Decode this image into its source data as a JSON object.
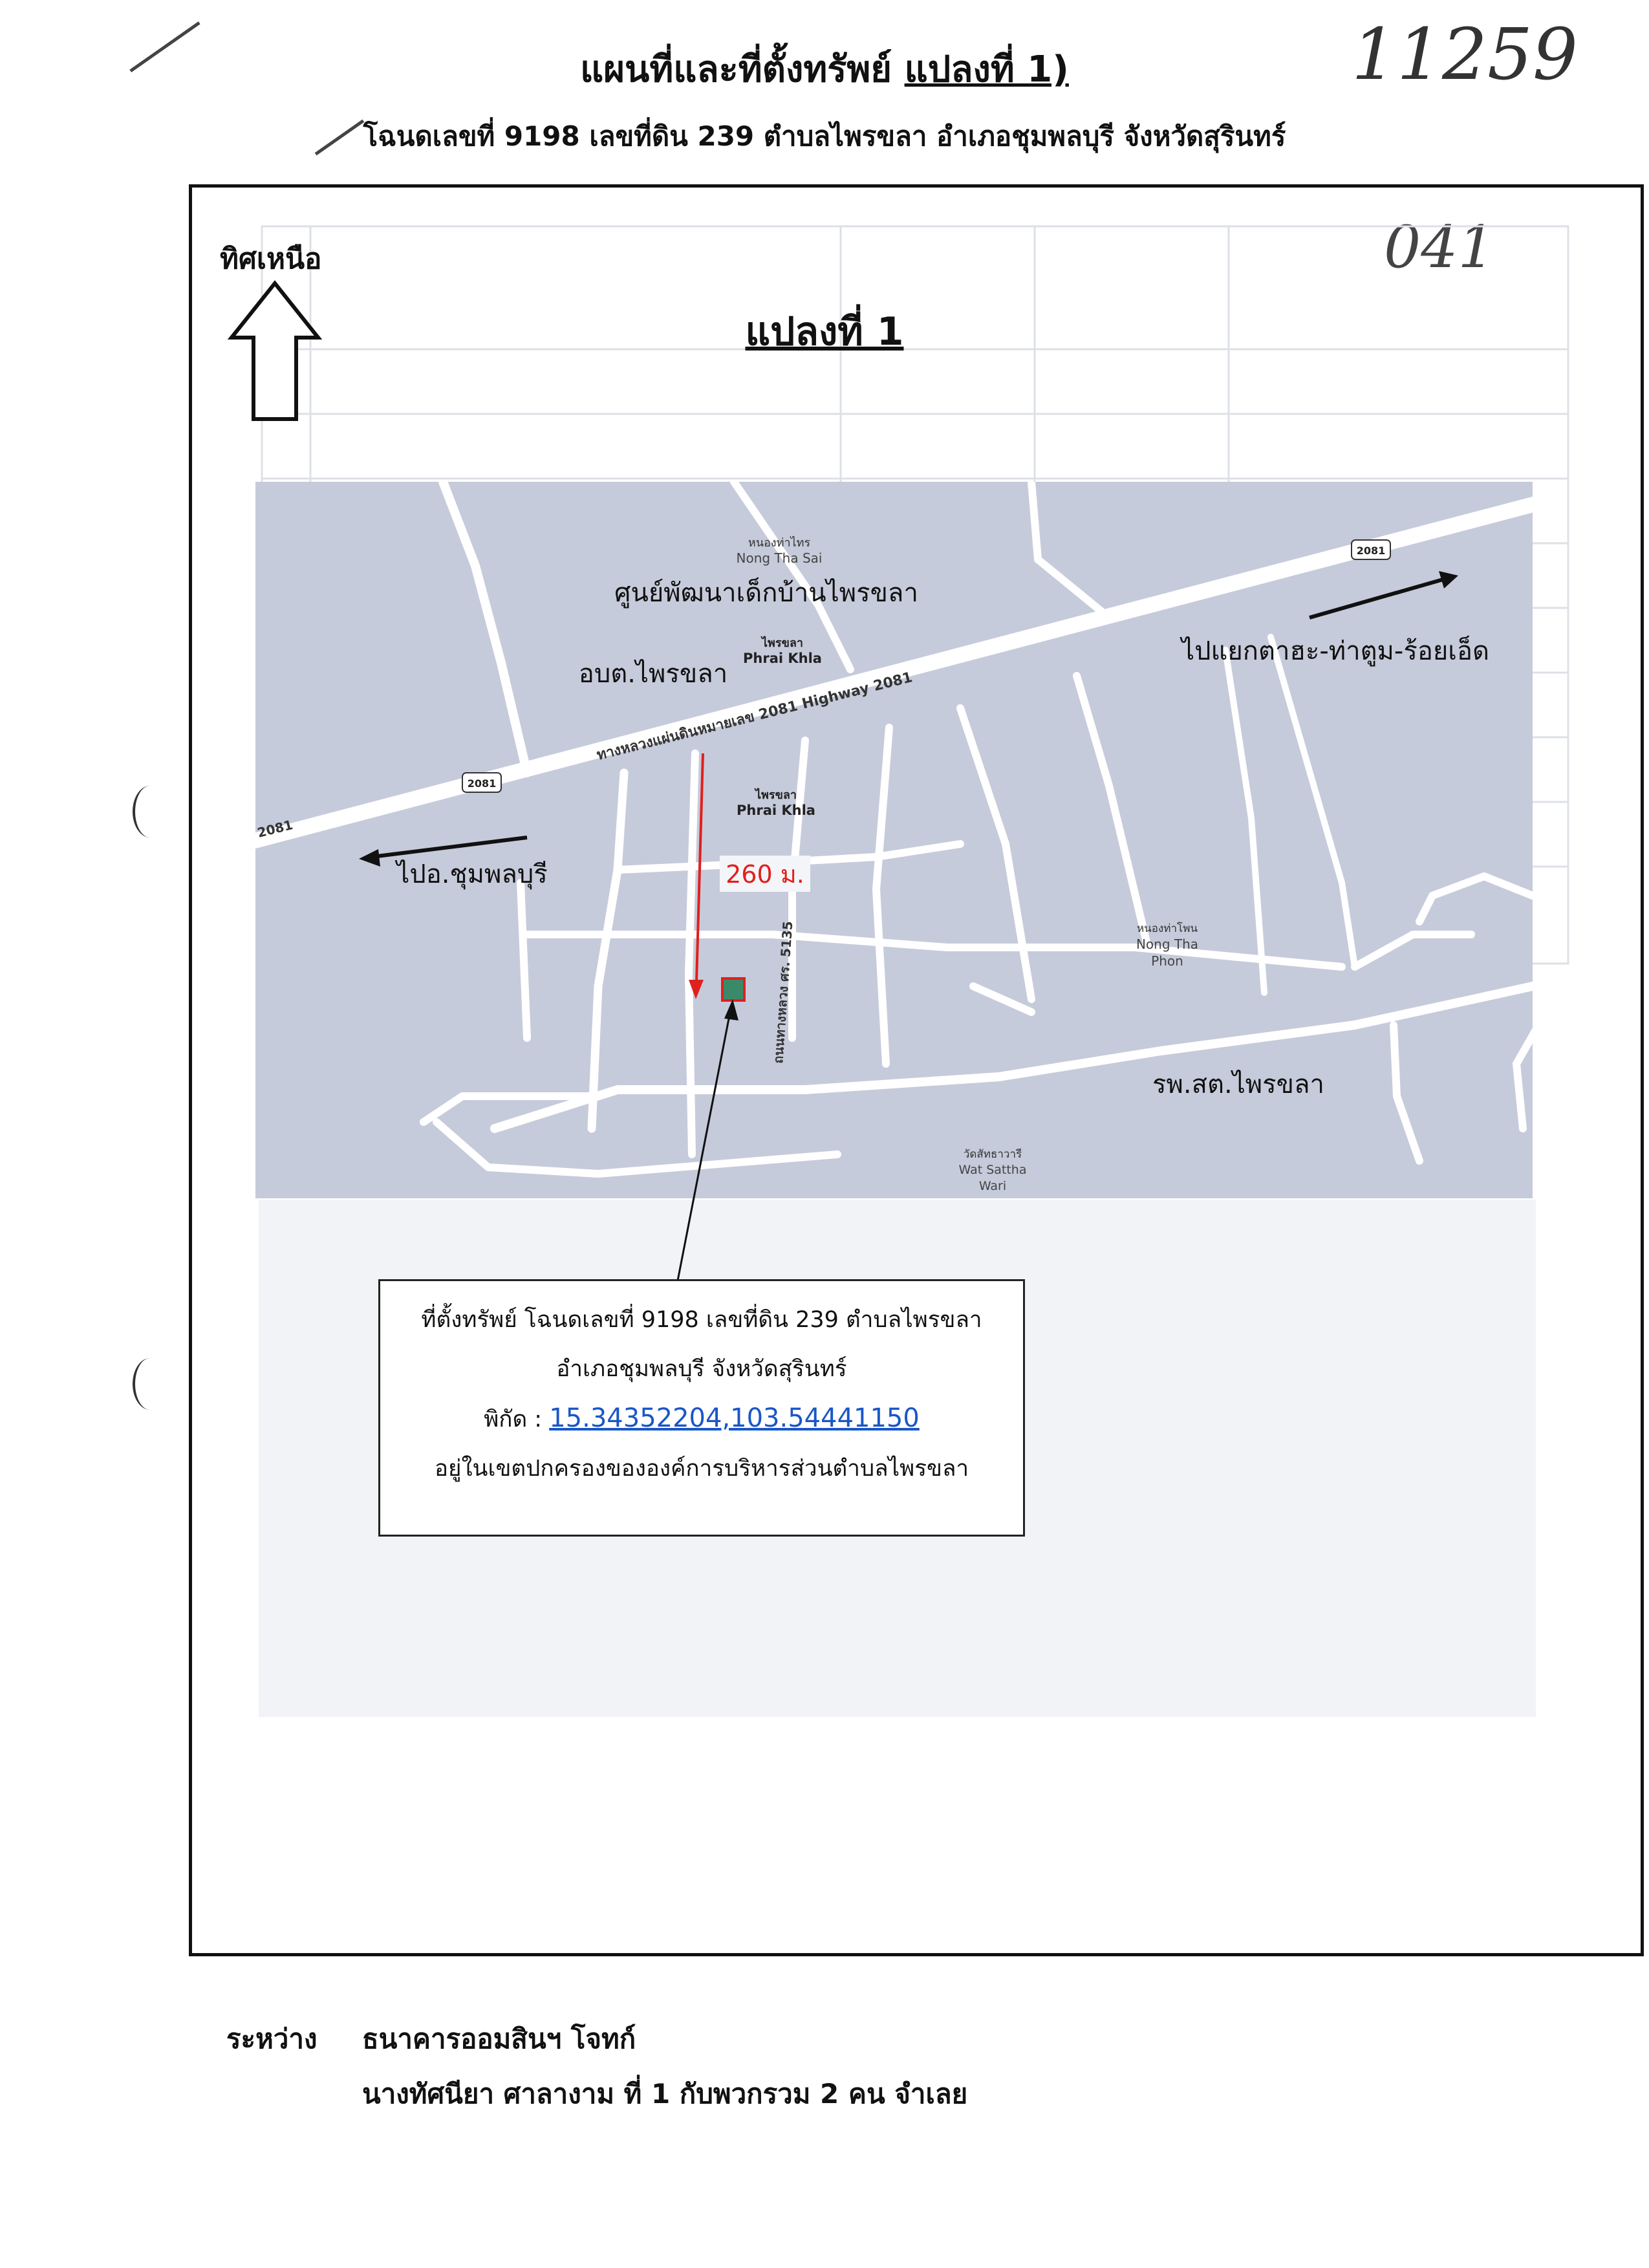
{
  "header": {
    "title_prefix": "แผนที่และที่ตั้งทรัพย์ ",
    "title_plot": "แปลงที่ 1)",
    "subtitle": "โฉนดเลขที่  9198 เลขที่ดิน  239  ตำบลไพรขลา อำเภอชุมพลบุรี จังหวัดสุรินทร์",
    "handwritten_number": "11259",
    "handwritten_page": "041"
  },
  "north": {
    "label": "ทิศเหนือ",
    "icon": "north-arrow-icon"
  },
  "plot_title": "แปลงที่ 1",
  "map": {
    "places": {
      "nong_tha_sai_th": "หนองท่าไทร",
      "nong_tha_sai_en": "Nong Tha Sai",
      "child_center": "ศูนย์พัฒนาเด็กบ้านไพรขลา",
      "phrai_khla_th_1": "ไพรขลา",
      "phrai_khla_en_1": "Phrai Khla",
      "obt": "อบต.ไพรขลา",
      "phrai_khla_th_2": "ไพรขลา",
      "phrai_khla_en_2": "Phrai Khla",
      "nong_tha_phon_th": "หนองท่าโพน",
      "nong_tha_phon_en_1": "Nong Tha",
      "nong_tha_phon_en_2": "Phon",
      "health_center": "รพ.สต.ไพรขลา",
      "wat_th": "วัดสัทธาวารี",
      "wat_en_1": "Wat Sattha",
      "wat_en_2": "Wari"
    },
    "roads": {
      "highway_label": "ทางหลวงแผ่นดินหมายเลข 2081 Highway 2081",
      "shield_1": "2081",
      "shield_2": "2081",
      "edge_label": "2081",
      "local_road": "ถนนทางหลวง ศร. 5135"
    },
    "directions": {
      "to_east": "ไปแยกตาฮะ-ท่าตูม-ร้อยเอ็ด",
      "to_west": "ไปอ.ชุมพลบุรี"
    },
    "distance": "260 ม.",
    "colors": {
      "background": "#c6cbdb",
      "road": "#ffffff",
      "distance": "#e0201c",
      "marker": "#3a8a6a"
    }
  },
  "info_box": {
    "line1": "ที่ตั้งทรัพย์ โฉนดเลขที่  9198 เลขที่ดิน 239  ตำบลไพรขลา",
    "line2": "อำเภอชุมพลบุรี จังหวัดสุรินทร์",
    "coord_label": "พิกัด : ",
    "coord_value": "15.34352204,103.54441150",
    "line4": "อยู่ในเขตปกครองขององค์การบริหารส่วนตำบลไพรขลา"
  },
  "footer": {
    "label": "ระหว่าง",
    "line1": "ธนาคารออมสินฯ โจทก์",
    "line2": "นางทัศนียา  ศาลางาม ที่ 1 กับพวกรวม 2 คน  จำเลย"
  }
}
